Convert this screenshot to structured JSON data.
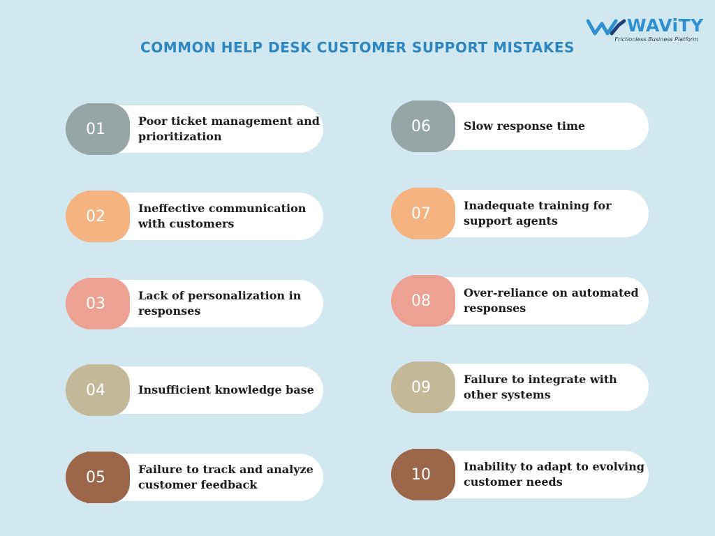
{
  "title": "COMMON HELP DESK CUSTOMER SUPPORT MISTAKES",
  "logo": {
    "name": "WAViTY",
    "tagline": "Frictionless Business Platform",
    "color": "#2e8fd1"
  },
  "colors": {
    "gray": "#96a5a5",
    "peach": "#f4b381",
    "salmon": "#eda192",
    "khaki": "#c3b898",
    "brown": "#9b6649",
    "background": "#d2e8f0",
    "title": "#2e86c1"
  },
  "items": [
    {
      "number": "01",
      "text": "Poor ticket management and prioritization",
      "color": "#96a5a5"
    },
    {
      "number": "02",
      "text": "Ineffective communication with customers",
      "color": "#f4b381"
    },
    {
      "number": "03",
      "text": "Lack of personalization in responses",
      "color": "#eda192"
    },
    {
      "number": "04",
      "text": "Insufficient knowledge base",
      "color": "#c3b898"
    },
    {
      "number": "05",
      "text": "Failure to track and analyze customer feedback",
      "color": "#9b6649"
    },
    {
      "number": "06",
      "text": "Slow response time",
      "color": "#96a5a5"
    },
    {
      "number": "07",
      "text": "Inadequate training for support agents",
      "color": "#f4b381"
    },
    {
      "number": "08",
      "text": "Over-reliance on automated responses",
      "color": "#eda192"
    },
    {
      "number": "09",
      "text": "Failure to integrate with other systems",
      "color": "#c3b898"
    },
    {
      "number": "10",
      "text": "Inability to adapt to evolving customer needs",
      "color": "#9b6649"
    }
  ]
}
